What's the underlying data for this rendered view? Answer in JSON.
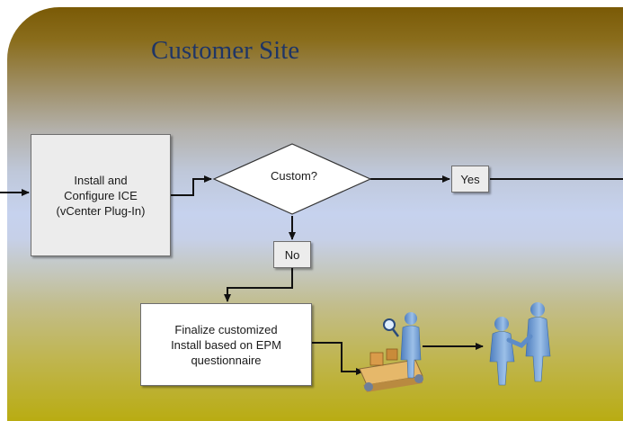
{
  "site_title": "Customer Site",
  "steps": {
    "install": "Install and\nConfigure ICE\n(vCenter Plug-In)",
    "decision": "Custom?",
    "yes": "Yes",
    "no": "No",
    "finalize": "Finalize customized\nInstall based on EPM\nquestionnaire"
  },
  "icons": [
    "inspector-conveyor-icon",
    "handshake-people-icon"
  ],
  "colors": {
    "panel_top": "#7a5a06",
    "panel_middle": "#c6d2ee",
    "panel_bottom": "#b9ac12",
    "title": "#1f3566",
    "box_fill": "#ececec",
    "person_blue": "#7aa4d6"
  }
}
